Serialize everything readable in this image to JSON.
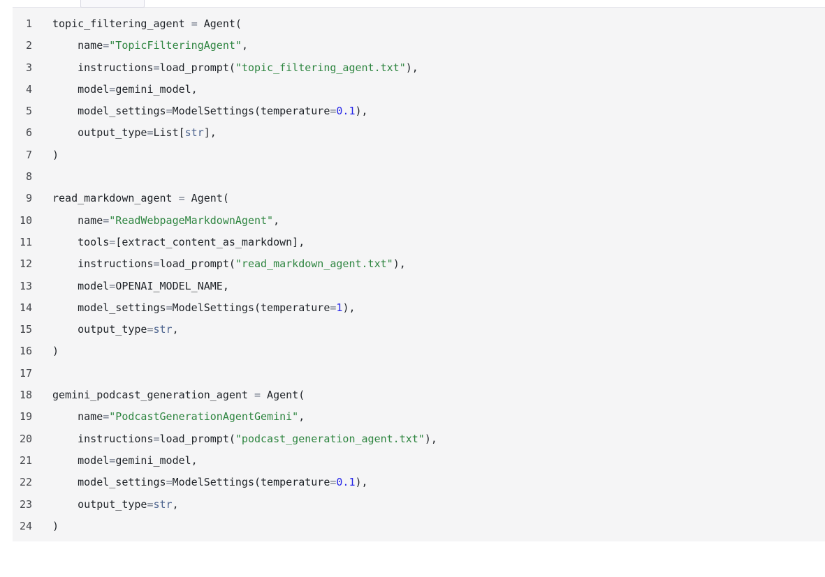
{
  "page": {
    "background": "#ffffff"
  },
  "tab_notch": {
    "background": "#f8f8fb",
    "border_color": "#d9d9e3"
  },
  "code_block": {
    "background": "#f5f5f6",
    "top_border_color": "#e5e5ec",
    "syntax_colors": {
      "plain": "#1f2328",
      "operator": "#6f7787",
      "string": "#2e8540",
      "number": "#2424e8",
      "builtin": "#4d648f",
      "line_number": "#45474c"
    },
    "lines": [
      {
        "num": "1",
        "segments": [
          [
            "plain",
            "topic_filtering_agent "
          ],
          [
            "operator",
            "="
          ],
          [
            "plain",
            " Agent("
          ]
        ]
      },
      {
        "num": "2",
        "segments": [
          [
            "plain",
            "    name"
          ],
          [
            "operator",
            "="
          ],
          [
            "string",
            "\"TopicFilteringAgent\""
          ],
          [
            "plain",
            ","
          ]
        ]
      },
      {
        "num": "3",
        "segments": [
          [
            "plain",
            "    instructions"
          ],
          [
            "operator",
            "="
          ],
          [
            "plain",
            "load_prompt("
          ],
          [
            "string",
            "\"topic_filtering_agent.txt\""
          ],
          [
            "plain",
            "),"
          ]
        ]
      },
      {
        "num": "4",
        "segments": [
          [
            "plain",
            "    model"
          ],
          [
            "operator",
            "="
          ],
          [
            "plain",
            "gemini_model,"
          ]
        ]
      },
      {
        "num": "5",
        "segments": [
          [
            "plain",
            "    model_settings"
          ],
          [
            "operator",
            "="
          ],
          [
            "plain",
            "ModelSettings(temperature"
          ],
          [
            "operator",
            "="
          ],
          [
            "number",
            "0.1"
          ],
          [
            "plain",
            "),"
          ]
        ]
      },
      {
        "num": "6",
        "segments": [
          [
            "plain",
            "    output_type"
          ],
          [
            "operator",
            "="
          ],
          [
            "plain",
            "List["
          ],
          [
            "builtin",
            "str"
          ],
          [
            "plain",
            "],"
          ]
        ]
      },
      {
        "num": "7",
        "segments": [
          [
            "plain",
            ")"
          ]
        ]
      },
      {
        "num": "8",
        "segments": []
      },
      {
        "num": "9",
        "segments": [
          [
            "plain",
            "read_markdown_agent "
          ],
          [
            "operator",
            "="
          ],
          [
            "plain",
            " Agent("
          ]
        ]
      },
      {
        "num": "10",
        "segments": [
          [
            "plain",
            "    name"
          ],
          [
            "operator",
            "="
          ],
          [
            "string",
            "\"ReadWebpageMarkdownAgent\""
          ],
          [
            "plain",
            ","
          ]
        ]
      },
      {
        "num": "11",
        "segments": [
          [
            "plain",
            "    tools"
          ],
          [
            "operator",
            "="
          ],
          [
            "plain",
            "[extract_content_as_markdown],"
          ]
        ]
      },
      {
        "num": "12",
        "segments": [
          [
            "plain",
            "    instructions"
          ],
          [
            "operator",
            "="
          ],
          [
            "plain",
            "load_prompt("
          ],
          [
            "string",
            "\"read_markdown_agent.txt\""
          ],
          [
            "plain",
            "),"
          ]
        ]
      },
      {
        "num": "13",
        "segments": [
          [
            "plain",
            "    model"
          ],
          [
            "operator",
            "="
          ],
          [
            "plain",
            "OPENAI_MODEL_NAME,"
          ]
        ]
      },
      {
        "num": "14",
        "segments": [
          [
            "plain",
            "    model_settings"
          ],
          [
            "operator",
            "="
          ],
          [
            "plain",
            "ModelSettings(temperature"
          ],
          [
            "operator",
            "="
          ],
          [
            "number",
            "1"
          ],
          [
            "plain",
            "),"
          ]
        ]
      },
      {
        "num": "15",
        "segments": [
          [
            "plain",
            "    output_type"
          ],
          [
            "operator",
            "="
          ],
          [
            "builtin",
            "str"
          ],
          [
            "plain",
            ","
          ]
        ]
      },
      {
        "num": "16",
        "segments": [
          [
            "plain",
            ")"
          ]
        ]
      },
      {
        "num": "17",
        "segments": []
      },
      {
        "num": "18",
        "segments": [
          [
            "plain",
            "gemini_podcast_generation_agent "
          ],
          [
            "operator",
            "="
          ],
          [
            "plain",
            " Agent("
          ]
        ]
      },
      {
        "num": "19",
        "segments": [
          [
            "plain",
            "    name"
          ],
          [
            "operator",
            "="
          ],
          [
            "string",
            "\"PodcastGenerationAgentGemini\""
          ],
          [
            "plain",
            ","
          ]
        ]
      },
      {
        "num": "20",
        "segments": [
          [
            "plain",
            "    instructions"
          ],
          [
            "operator",
            "="
          ],
          [
            "plain",
            "load_prompt("
          ],
          [
            "string",
            "\"podcast_generation_agent.txt\""
          ],
          [
            "plain",
            "),"
          ]
        ]
      },
      {
        "num": "21",
        "segments": [
          [
            "plain",
            "    model"
          ],
          [
            "operator",
            "="
          ],
          [
            "plain",
            "gemini_model,"
          ]
        ]
      },
      {
        "num": "22",
        "segments": [
          [
            "plain",
            "    model_settings"
          ],
          [
            "operator",
            "="
          ],
          [
            "plain",
            "ModelSettings(temperature"
          ],
          [
            "operator",
            "="
          ],
          [
            "number",
            "0.1"
          ],
          [
            "plain",
            "),"
          ]
        ]
      },
      {
        "num": "23",
        "segments": [
          [
            "plain",
            "    output_type"
          ],
          [
            "operator",
            "="
          ],
          [
            "builtin",
            "str"
          ],
          [
            "plain",
            ","
          ]
        ]
      },
      {
        "num": "24",
        "segments": [
          [
            "plain",
            ")"
          ]
        ]
      }
    ]
  }
}
